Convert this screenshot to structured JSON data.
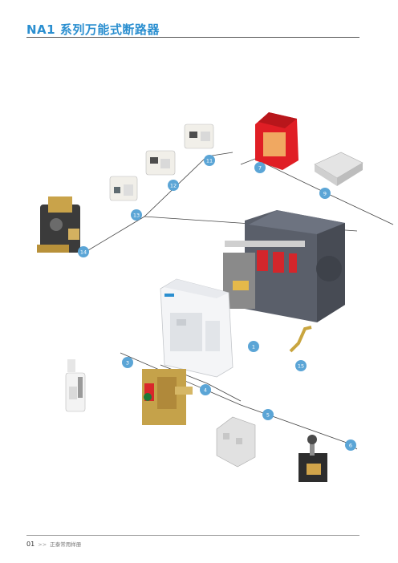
{
  "header": {
    "title": "NA1 系列万能式断路器"
  },
  "footer": {
    "page_number": "01",
    "separator": ">>",
    "caption": "正泰常用样册"
  },
  "callouts": [
    "1",
    "3",
    "4",
    "5",
    "6",
    "7",
    "9",
    "11",
    "12",
    "13",
    "14",
    "15"
  ],
  "colors": {
    "accent": "#2b8fd0",
    "badge": "#5ba5d6",
    "housing": "#5a5f6a",
    "cover_red": "#e01e25"
  }
}
